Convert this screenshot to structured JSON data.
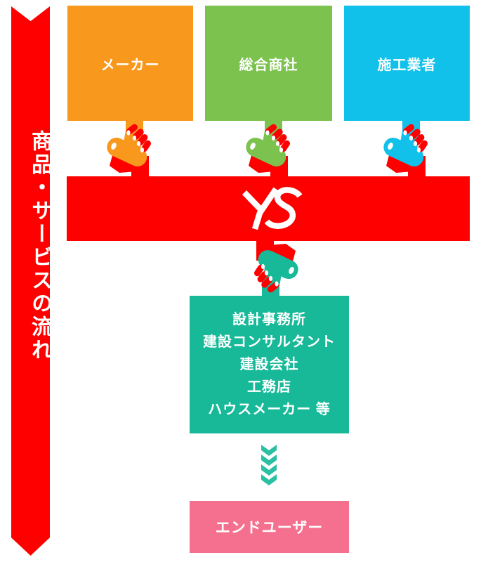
{
  "colors": {
    "red": "#FE0000",
    "orange": "#F8981D",
    "green": "#7CC24E",
    "cyan": "#12C1E9",
    "teal": "#17B998",
    "chevron": "#2BBFA4",
    "pink": "#F4708E",
    "text": "#FFFFFF"
  },
  "ribbon": {
    "label": "商品・サービスの流れ"
  },
  "suppliers": [
    {
      "label": "メーカー",
      "color": "#F8981D"
    },
    {
      "label": "総合商社",
      "color": "#7CC24E"
    },
    {
      "label": "施工業者",
      "color": "#12C1E9"
    }
  ],
  "company_bar": {
    "logo": "YS"
  },
  "customers_box": {
    "color": "#17B998",
    "lines": [
      "設計事務所",
      "建設コンサルタント",
      "建設会社",
      "工務店",
      "ハウスメーカー 等"
    ]
  },
  "flow_chevrons": {
    "count": 4,
    "color": "#2BBFA4"
  },
  "end_user": {
    "label": "エンドユーザー",
    "color": "#F4708E"
  }
}
